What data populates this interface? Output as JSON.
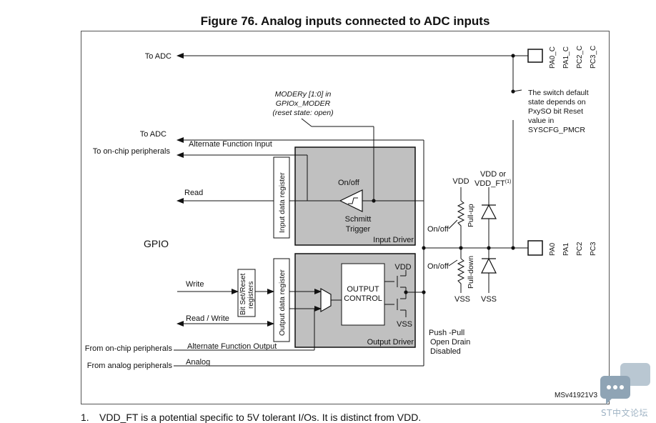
{
  "figure_title": "Figure 76. Analog inputs connected to ADC inputs",
  "labels": {
    "to_adc_top": "To ADC",
    "pins_top": [
      "PA0_C",
      "PA1_C",
      "PC2_C",
      "PC3_C"
    ],
    "pins_main": [
      "PA0",
      "PA1",
      "PC2",
      "PC3"
    ],
    "switch_note": [
      "The switch default",
      "state depends on",
      "PxySO bit Reset",
      "value in",
      "SYSCFG_PMCR"
    ],
    "moder_note": [
      "MODERy [1:0] in",
      "GPIOx_MODER",
      "(reset state: open)"
    ],
    "to_adc_mid": "To ADC",
    "to_onchip": "To on-chip peripherals",
    "alt_func_input": "Alternate Function Input",
    "read": "Read",
    "gpio": "GPIO",
    "input_data_register": "Input data register",
    "on_off_schmitt": "On/off",
    "schmitt": "Schmitt",
    "trigger": "Trigger",
    "input_driver": "Input Driver",
    "vdd_pullup": "VDD",
    "vdd_or": "VDD or",
    "vdd_ft": "VDD_FT",
    "vdd_ft_sup": "(1)",
    "pull_up": "Pull-up",
    "pull_down": "Pull-down",
    "on_off_pu": "On/off",
    "on_off_pd": "On/off",
    "vss_pd": "VSS",
    "vss_diode": "VSS",
    "write": "Write",
    "bit_set_reset": "Bit Set/Reset",
    "register": "registers",
    "read_write": "Read / Write",
    "output_data_register": "Output data register",
    "output_control_1": "OUTPUT",
    "output_control_2": "CONTROL",
    "vdd_out": "VDD",
    "vss_out": "VSS",
    "output_driver": "Output Driver",
    "push_pull": "Push -Pull",
    "open_drain": "Open Drain",
    "disabled": "Disabled",
    "from_onchip": "From on-chip peripherals",
    "alt_func_output": "Alternate Function Output",
    "from_analog": "From analog peripherals",
    "analog": "Analog",
    "ref_code": "MSv41921V3"
  },
  "footnote": {
    "number": "1.",
    "text": "VDD_FT is a potential specific to 5V tolerant I/Os. It is distinct from VDD."
  },
  "watermark": "ST中文论坛",
  "colors": {
    "driver_fill": "#c0c0c0",
    "line": "#1a1a1a",
    "watermark": "#a9bccb"
  }
}
